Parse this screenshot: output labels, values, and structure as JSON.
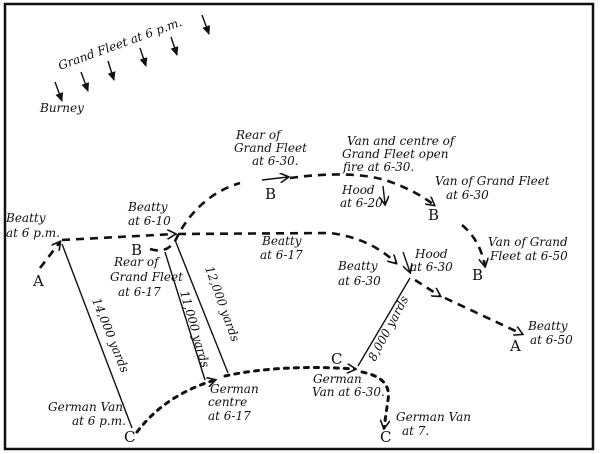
{
  "grand_fleet_label": "Grand Fleet at 6 p.m.",
  "burney": "Burney",
  "rear_gf_630": [
    "Rear of",
    "Grand Fleet",
    "at 6-30."
  ],
  "van_centre_open": [
    "Van and centre of",
    "Grand Fleet open",
    "fire at 6-30."
  ],
  "hood_620": [
    "Hood",
    "at 6-20"
  ],
  "van_gf_630": [
    "Van of Grand Fleet",
    "at 6-30"
  ],
  "van_gf_650": [
    "Van of Grand",
    "Fleet at 6-50"
  ],
  "hood_630": [
    "Hood",
    "at 6-30"
  ],
  "beatty_6pm": [
    "Beatty",
    "at 6 p.m."
  ],
  "beatty_610": [
    "Beatty",
    "at 6-10"
  ],
  "beatty_617": [
    "Beatty",
    "at 6-17"
  ],
  "beatty_630": [
    "Beatty",
    "at 6-30"
  ],
  "beatty_650": [
    "Beatty",
    "at 6-50"
  ],
  "rear_gf_617": [
    "Rear of",
    "Grand Fleet",
    "at 6-17"
  ],
  "distances": {
    "d14000": "14,000 yards",
    "d11000": "11,000 yards",
    "d12000": "12,000 yards",
    "d8000": "8,000 yards"
  },
  "german_van_6pm": [
    "German Van",
    "at 6 p.m."
  ],
  "german_centre_617": [
    "German",
    "centre",
    "at 6-17"
  ],
  "german_van_630": [
    "German",
    "Van at 6-30."
  ],
  "german_van_7": [
    "German Van",
    "at 7."
  ],
  "letters": {
    "a": "A",
    "b": "B",
    "c": "C"
  }
}
